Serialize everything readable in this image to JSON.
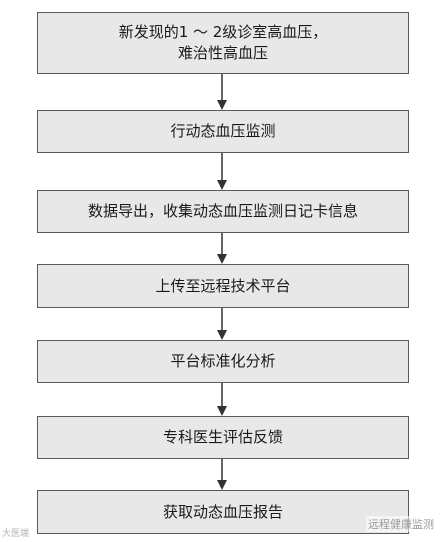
{
  "flowchart": {
    "steps": [
      "新发现的1 ～ 2级诊室高血压，\n难治性高血压",
      "行动态血压监测",
      "数据导出，收集动态血压监测日记卡信息",
      "上传至远程技术平台",
      "平台标准化分析",
      "专科医生评估反馈",
      "获取动态血压报告"
    ]
  },
  "watermarks": {
    "left": "大医端",
    "right": "远程健康监测"
  },
  "colors": {
    "box_fill": "#e8e8e8",
    "box_border": "#5a5a5a",
    "arrow": "#333333"
  }
}
